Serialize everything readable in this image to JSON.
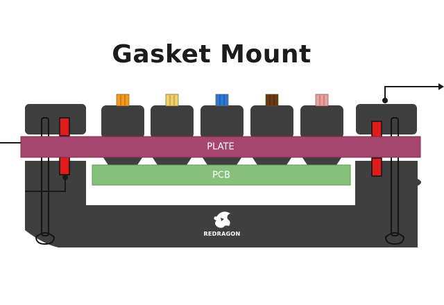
{
  "title": "Gasket Mount",
  "layers": {
    "plate": {
      "label": "PLATE",
      "color": "#a5466f"
    },
    "pcb": {
      "label": "PCB",
      "color": "#86c07a"
    }
  },
  "components": {
    "case_color": "#3f3f3f",
    "gasket_color": "#e01b1b",
    "keycaps": [
      {
        "stem_color": "#f39a1c"
      },
      {
        "stem_color": "#f2cf66"
      },
      {
        "stem_color": "#2f78d8"
      },
      {
        "stem_color": "#6a3a14"
      },
      {
        "stem_color": "#e9a2a2"
      }
    ]
  },
  "logo": {
    "text": "REDRAGON",
    "icon": "dragon-logo-icon"
  }
}
